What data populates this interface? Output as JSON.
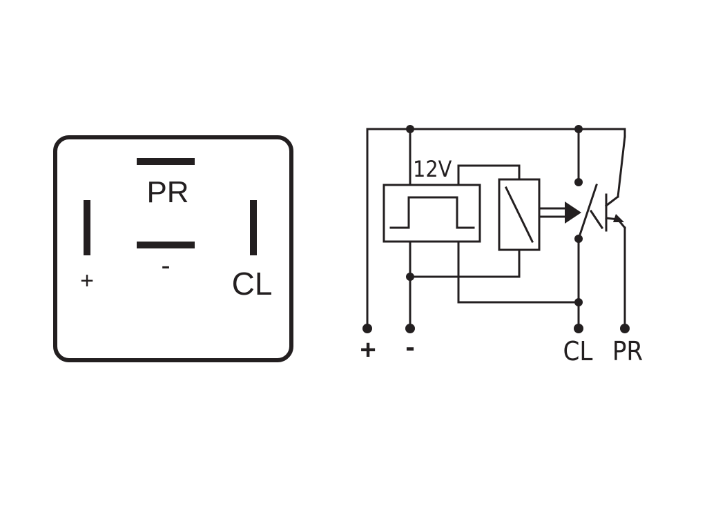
{
  "connector": {
    "pin_labels": {
      "pr": "PR",
      "minus": "-",
      "plus": "+",
      "cl": "CL"
    }
  },
  "schematic": {
    "voltage_label": "12V",
    "terminal_labels": {
      "plus": "+",
      "minus": "-",
      "cl": "CL",
      "pr": "PR"
    }
  },
  "colors": {
    "ink": "#231f20",
    "background": "#ffffff"
  }
}
